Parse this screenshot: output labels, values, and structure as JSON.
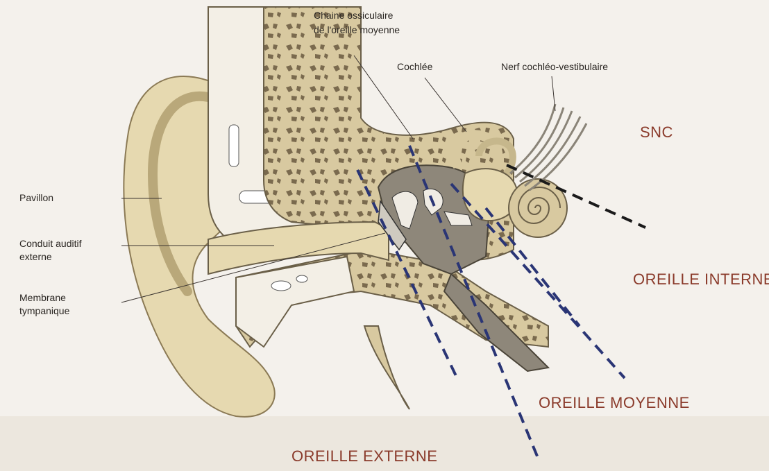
{
  "labels": {
    "chaine_line1": "Chaine ossiculaire",
    "chaine_line2": "de l'oreille moyenne",
    "cochlee": "Cochlée",
    "nerf": "Nerf cochléo-vestibulaire",
    "pavillon": "Pavillon",
    "conduit_line1": "Conduit auditif",
    "conduit_line2": "externe",
    "membrane_line1": "Membrane",
    "membrane_line2": "tympanique"
  },
  "zones": {
    "snc": "SNC",
    "interne": "OREILLE INTERNE",
    "moyenne": "OREILLE MOYENNE",
    "externe": "OREILLE EXTERNE"
  },
  "colors": {
    "skin": "#e6d9b0",
    "bone": "#d8c9a0",
    "bone_pattern": "#7a6a4e",
    "cartilage": "#f3efe6",
    "cavity": "#8e877a",
    "zone_text": "#8a3a2a",
    "dash_blue": "#2a3575"
  }
}
